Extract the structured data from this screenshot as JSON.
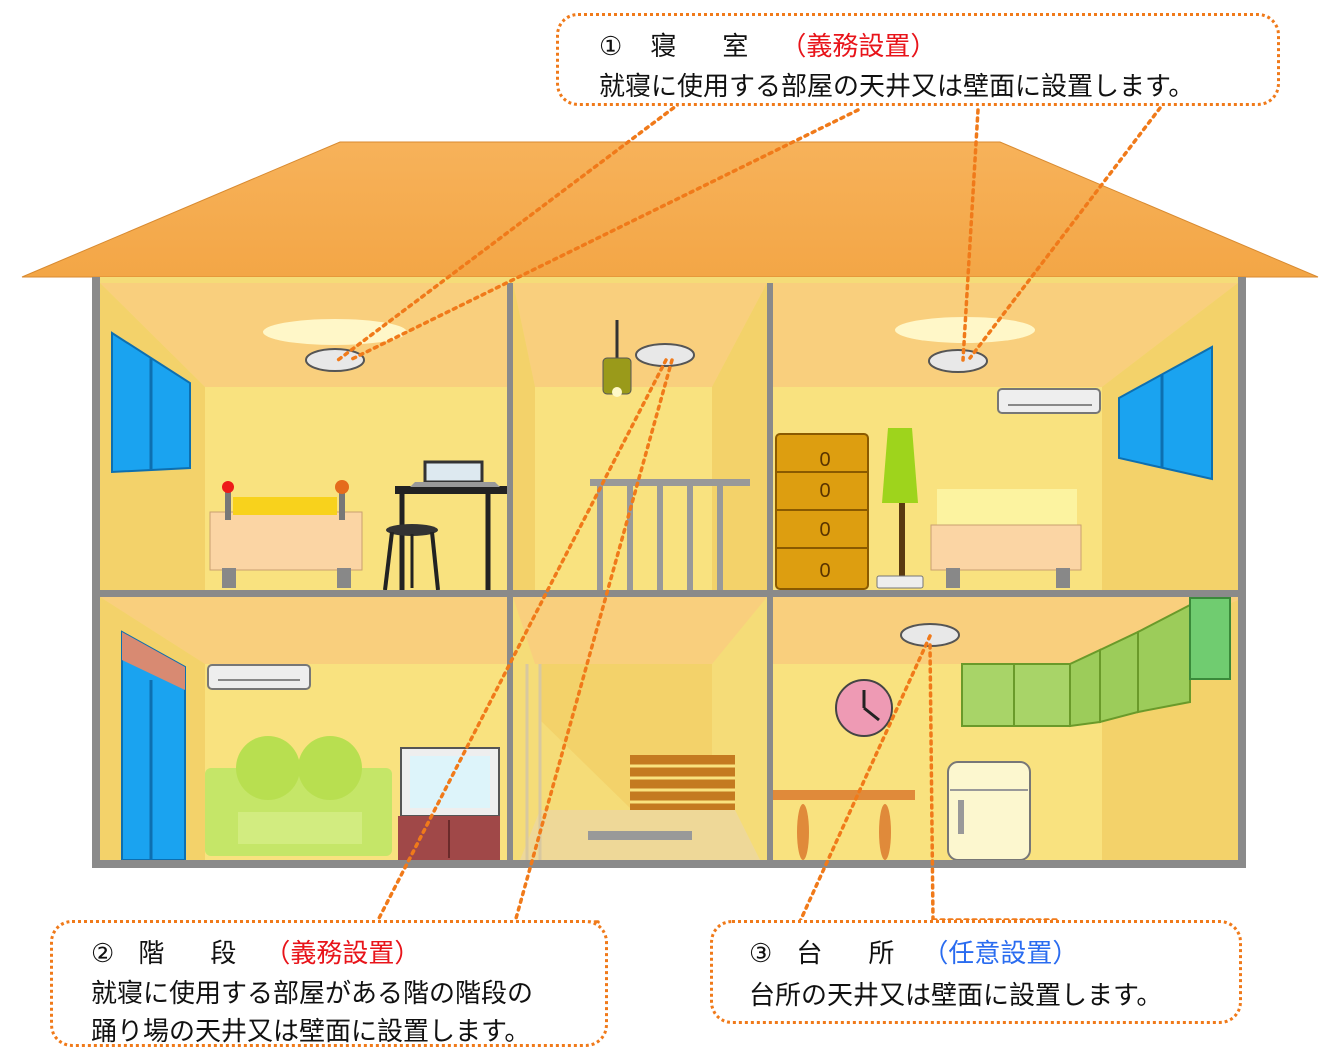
{
  "callout_bedroom": {
    "number": "①",
    "room": "寝　室",
    "tag": "（義務設置）",
    "desc": "就寝に使用する部屋の天井又は壁面に設置します。"
  },
  "callout_stairs": {
    "number": "②",
    "room": "階　段",
    "tag": "（義務設置）",
    "desc_line1": "就寝に使用する部屋がある階の階段の",
    "desc_line2": "踊り場の天井又は壁面に設置します。"
  },
  "callout_kitchen": {
    "number": "③",
    "room": "台　所",
    "tag": "（任意設置）",
    "desc": "台所の天井又は壁面に設置します。"
  },
  "drawer_labels": [
    "0",
    "0",
    "0",
    "0"
  ],
  "colors": {
    "roof": "#f5ad52",
    "wall": "#f7e07a",
    "ceiling": "#f8c87a",
    "frame": "#8a8a8a",
    "dotted_line": "#f07a1a",
    "window": "#1aa3f0",
    "mandatory_tag": "#e8141a",
    "optional_tag": "#2a6cf0"
  }
}
